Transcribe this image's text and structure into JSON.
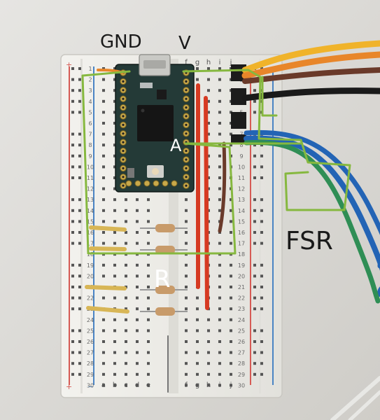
{
  "annotations": {
    "gnd": "GND",
    "v": "V",
    "a": "A",
    "fsr": "FSR",
    "r": "R"
  },
  "breadboard": {
    "column_labels_left": [
      "a",
      "b",
      "c",
      "d",
      "e"
    ],
    "column_labels_right": [
      "f",
      "g",
      "h",
      "i",
      "j"
    ],
    "row_numbers": [
      "1",
      "2",
      "3",
      "4",
      "5",
      "6",
      "7",
      "8",
      "9",
      "10",
      "11",
      "12",
      "13",
      "14",
      "15",
      "16",
      "17",
      "18",
      "19",
      "20",
      "21",
      "22",
      "23",
      "24",
      "25",
      "26",
      "27",
      "28",
      "29",
      "30"
    ],
    "rail_plus": "+",
    "rail_minus": "−"
  },
  "colors": {
    "background": "#d9d8d4",
    "board": "#eeede8",
    "pcb": "#243a37",
    "annotation": "#86b83f",
    "rail_red": "#d65b55",
    "rail_blue": "#4a84c4",
    "wire_red": "#d63a22",
    "wire_brown": "#6a3a2a",
    "wire_orange": "#e8862a",
    "wire_yellow": "#f0b32a",
    "wire_blue": "#2364b5",
    "wire_green": "#2f8e55",
    "jumper_tan": "#d8b656"
  }
}
